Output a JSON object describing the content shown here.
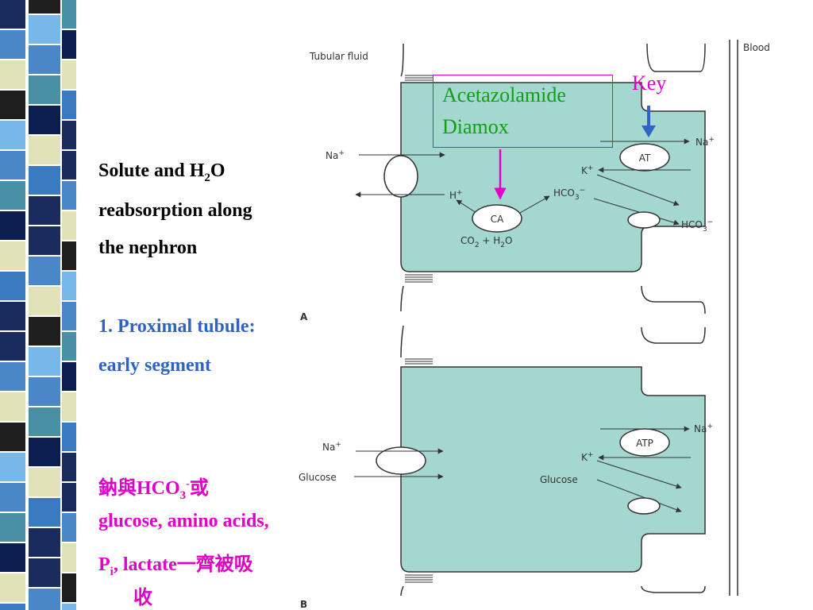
{
  "decor": {
    "stripe_colors": [
      "#1a2c5e",
      "#4a86c8",
      "#e2e2b8",
      "#1e1e1e",
      "#78b8e8",
      "#4a86c8",
      "#4a90a4",
      "#0a1e50",
      "#e2e2b8",
      "#3a7ac0",
      "#1a2c5e"
    ]
  },
  "slide": {
    "title_line1_pre": "Solute and H",
    "title_line1_sub": "2",
    "title_line1_post": "O",
    "title_line2": "reabsorption along",
    "title_line3": "the nephron",
    "section_line1": "1. Proximal tubule:",
    "section_line2": "early segment",
    "note_line1_pre": "鈉與HCO",
    "note_line1_sub": "3",
    "note_line1_sup": "-",
    "note_line1_post": "或",
    "note_line2": "glucose, amino acids,",
    "note_line3_pre": "P",
    "note_line3_sub": "i",
    "note_line3_post": ", lactate一齊被吸",
    "note_line4": "收"
  },
  "overlay": {
    "drug_line1": "Acetazolamide",
    "drug_line2": "Diamox",
    "key_label": "Key"
  },
  "diagram": {
    "tubular_fluid_label": "Tubular fluid",
    "blood_label": "Blood",
    "panel_a_label": "A",
    "panel_b_label": "B",
    "a": {
      "na_left": "Na",
      "plus": "+",
      "h_plus": "H",
      "ca_label": "CA",
      "co2_pre": "CO",
      "co2_sub": "2",
      "co2_mid": " + H",
      "h2o_sub": "2",
      "h2o_post": "O",
      "hco3_pre": "HCO",
      "hco3_sub": "3",
      "minus": "−",
      "at_label": "AT",
      "na_right": "Na",
      "k_plus": "K",
      "hco3_right_pre": "HCO",
      "hco3_right_sub": "3"
    },
    "b": {
      "na_left": "Na",
      "plus": "+",
      "glucose_left": "Glucose",
      "atp_label": "ATP",
      "na_right": "Na",
      "k_plus": "K",
      "glucose_right": "Glucose"
    }
  }
}
